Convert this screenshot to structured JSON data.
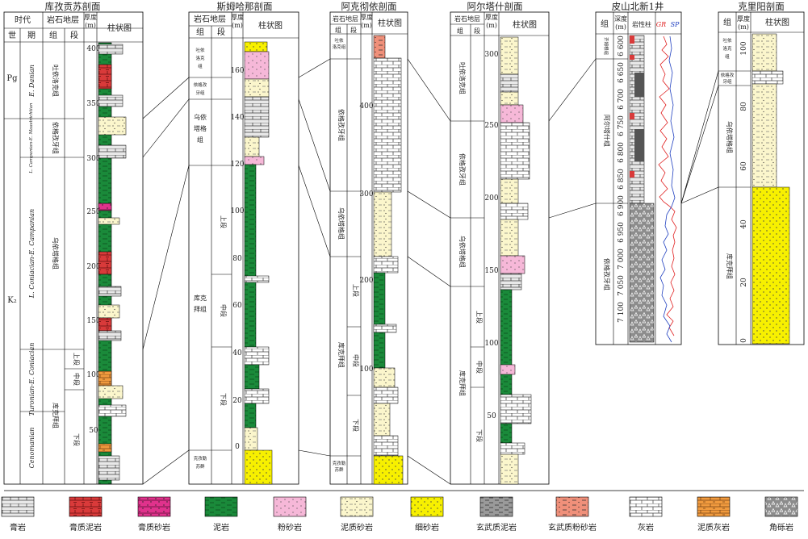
{
  "sections": [
    {
      "title": "库孜贡苏剖面",
      "header": {
        "era": "时代",
        "strata": "岩石地层",
        "thickness": "厚度(m)",
        "column": "柱状图",
        "series": "世",
        "stage": "期",
        "group": "组",
        "member": "段"
      },
      "series_labels": [
        "Pg",
        "K₂"
      ],
      "stages": [
        "E. Danian",
        "L. Campanian-E. Maastrichtian",
        "L. Coniacian-E. Campanian",
        "Turonian-E. Coniacian",
        "Cenomanian"
      ],
      "groups": [
        "吐依洛克组",
        "依格孜牙组",
        "乌依塔格组",
        "库克拜组"
      ],
      "members": [
        "上段",
        "中段",
        "下段"
      ],
      "ticks": [
        "400",
        "350",
        "300",
        "250",
        "200",
        "150",
        "100",
        "50"
      ]
    },
    {
      "title": "斯姆哈那剖面",
      "header": {
        "strata": "岩石地层",
        "thickness": "厚度(m)",
        "column": "柱状图",
        "group": "组",
        "member": "段"
      },
      "groups": [
        "吐依洛克组",
        "依格孜牙组",
        "乌依塔格组",
        "库克拜组",
        "克孜勒苏群"
      ],
      "members": [
        "上段",
        "中段",
        "下段"
      ],
      "ticks": [
        "160",
        "140",
        "120",
        "100",
        "80",
        "60",
        "40",
        "20",
        "0"
      ]
    },
    {
      "title": "阿克彻依剖面",
      "header": {
        "strata": "岩石地层",
        "thickness": "厚度(m)",
        "column": "柱状图",
        "group": "组",
        "member": "段"
      },
      "groups": [
        "吐依洛克组",
        "依格孜牙组",
        "乌依塔格组",
        "库克拜组",
        "克孜勒苏群"
      ],
      "members": [
        "上段",
        "中段",
        "下段"
      ],
      "ticks": [
        "400",
        "300",
        "200",
        "100"
      ]
    },
    {
      "title": "阿尔塔什剖面",
      "header": {
        "strata": "岩石地层",
        "thickness": "厚度(m)",
        "column": "柱状图",
        "group": "组",
        "member": "段"
      },
      "groups": [
        "吐依洛克组",
        "依格孜牙组",
        "乌依塔格组",
        "库克拜组"
      ],
      "members": [
        "上段",
        "中段",
        "下段"
      ],
      "ticks": [
        "300",
        "250",
        "200",
        "150",
        "100",
        "50"
      ]
    },
    {
      "title": "皮山北新1井",
      "header": {
        "group": "组",
        "depth": "深度(m)",
        "lithology": "岩性柱",
        "gr": "GR",
        "sp": "SP"
      },
      "groups": [
        "齐姆根组",
        "阿尔塔什组",
        "依格孜牙组"
      ],
      "ticks": [
        "6 600",
        "6 650",
        "6 700",
        "6 750",
        "6 800",
        "6 850",
        "6 900",
        "6 950",
        "7 000",
        "7 050",
        "7 100"
      ]
    },
    {
      "title": "克里阳剖面",
      "header": {
        "group": "组",
        "thickness": "厚度(m)",
        "column": "柱状图"
      },
      "groups": [
        "吐依洛克组",
        "依格孜牙组",
        "乌依塔格组",
        "库克拜组"
      ],
      "ticks": [
        "100",
        "80",
        "60",
        "40",
        "20",
        "0"
      ]
    }
  ],
  "legend": [
    {
      "label": "膏岩",
      "pattern": "gypsum"
    },
    {
      "label": "膏质泥岩",
      "pattern": "gyp-mudstone"
    },
    {
      "label": "膏质砂岩",
      "pattern": "gyp-sandstone"
    },
    {
      "label": "泥岩",
      "pattern": "mudstone"
    },
    {
      "label": "粉砂岩",
      "pattern": "siltstone"
    },
    {
      "label": "泥质砂岩",
      "pattern": "muddy-sandstone"
    },
    {
      "label": "细砂岩",
      "pattern": "fine-sandstone"
    },
    {
      "label": "玄武质泥岩",
      "pattern": "basaltic-mudstone"
    },
    {
      "label": "玄武质粉砂岩",
      "pattern": "basaltic-siltstone"
    },
    {
      "label": "灰岩",
      "pattern": "limestone"
    },
    {
      "label": "泥质灰岩",
      "pattern": "muddy-limestone"
    },
    {
      "label": "角砾岩",
      "pattern": "breccia"
    }
  ],
  "colors": {
    "mudstone": "#1a8a3a",
    "fine_sandstone": "#f7f000",
    "siltstone": "#f6b8d8",
    "muddy_sandstone": "#fbf6cc",
    "gyp_mudstone": "#d93a3a",
    "gyp_sandstone": "#e0328c",
    "muddy_limestone": "#f09a3e",
    "basaltic_siltstone": "#f0907a",
    "gr_curve": "#e02020",
    "sp_curve": "#2040c0"
  }
}
